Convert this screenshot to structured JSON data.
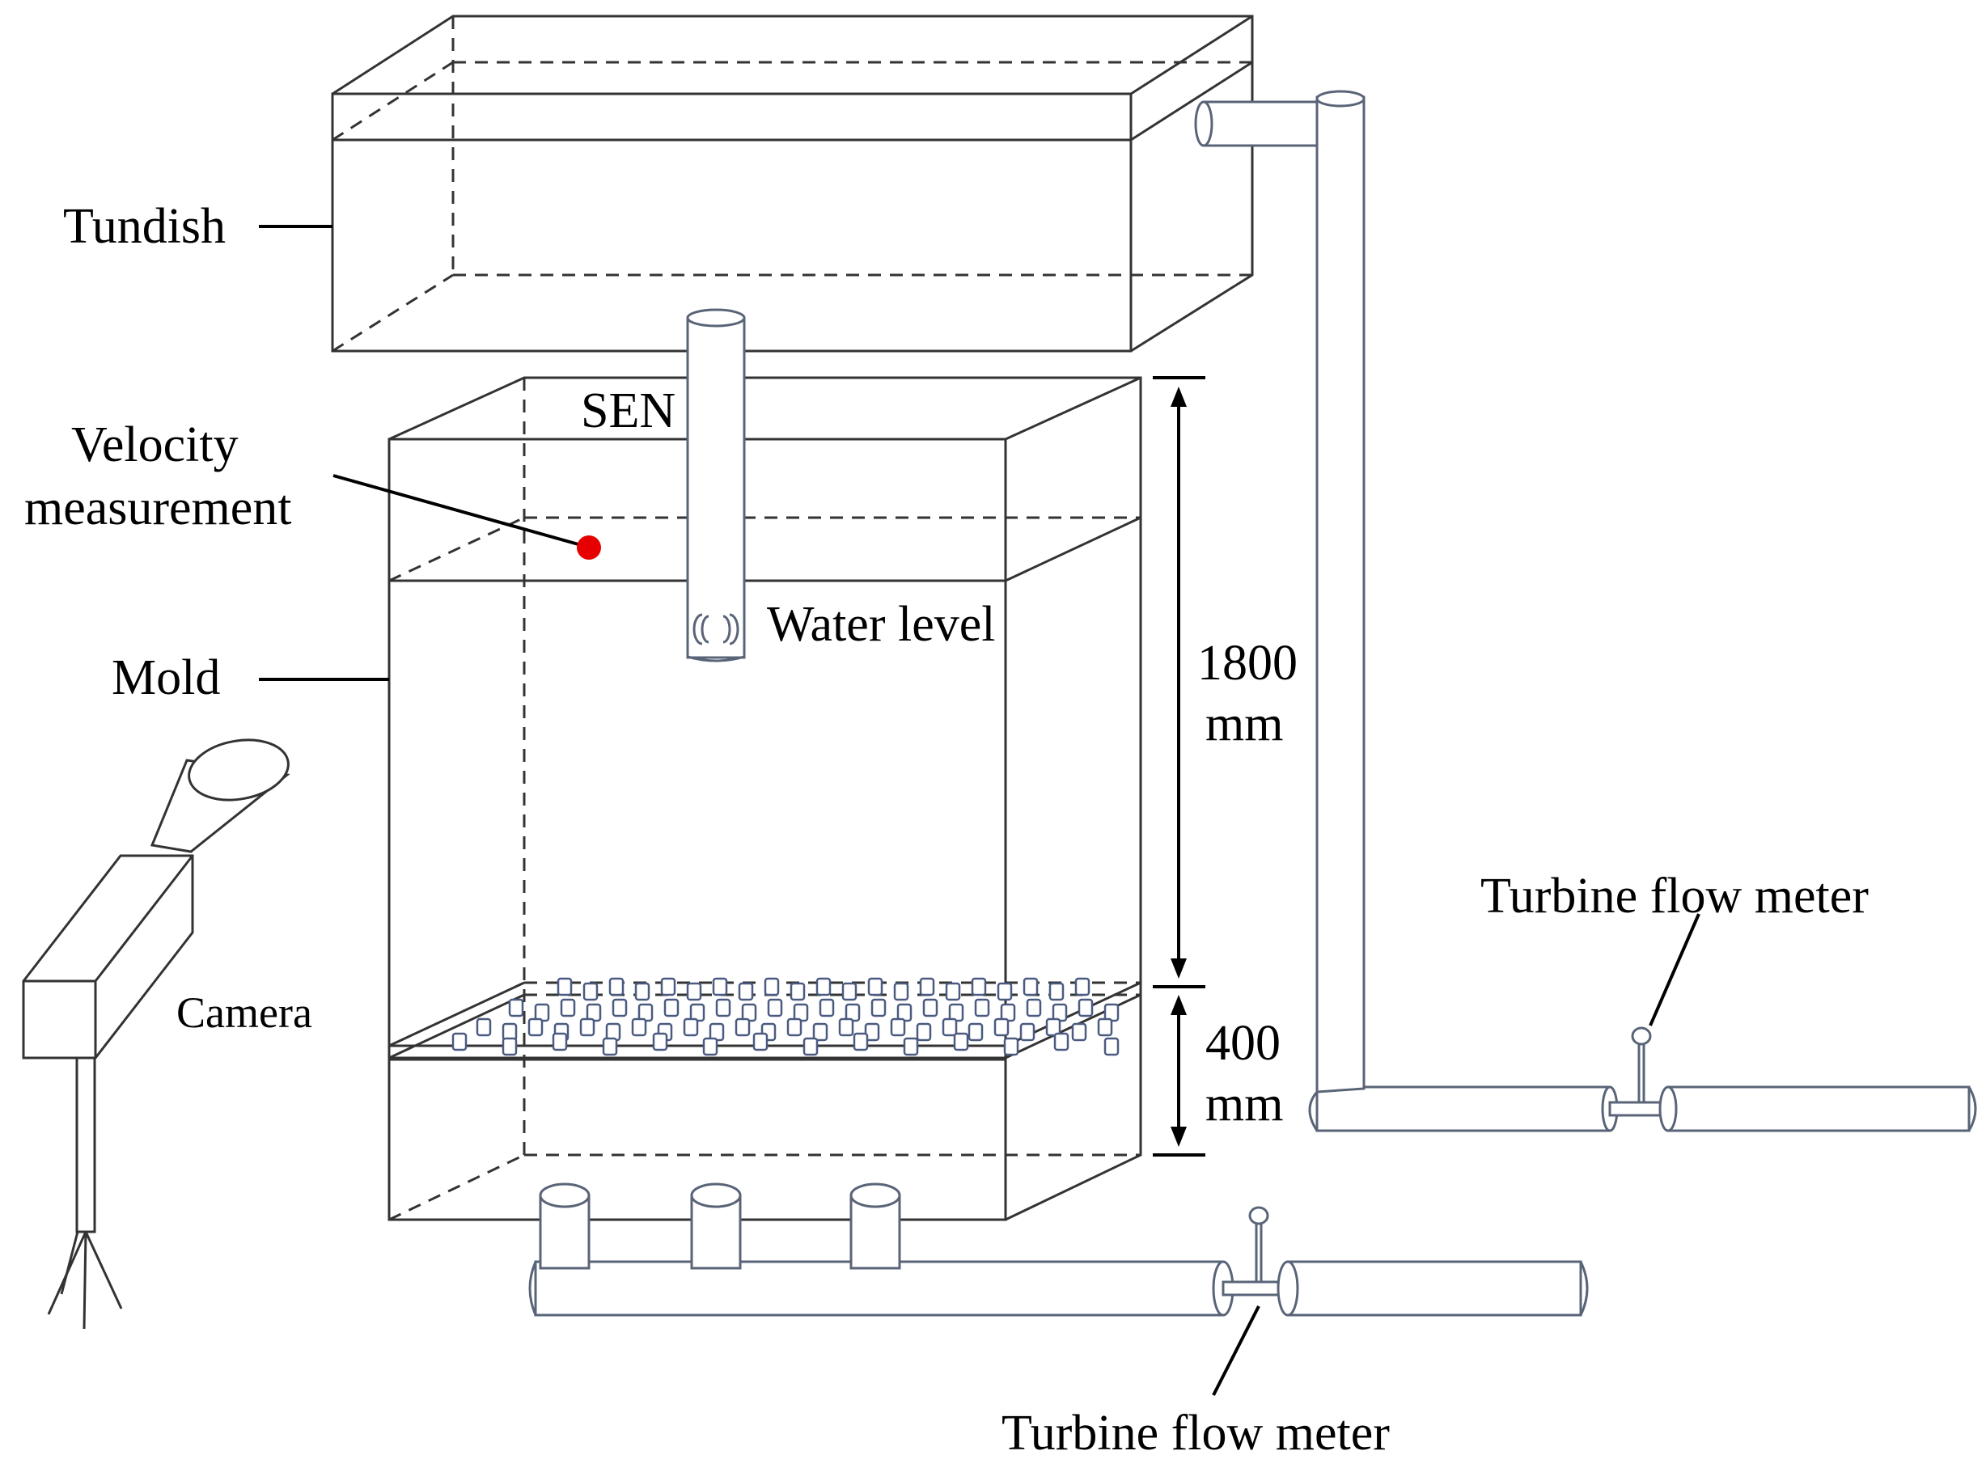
{
  "labels": {
    "tundish": "Tundish",
    "velocity_line1": "Velocity",
    "velocity_line2": "measurement",
    "sen": "SEN",
    "water_level": "Water level",
    "mold": "Mold",
    "camera": "Camera",
    "dim_upper_value": "1800",
    "dim_upper_unit": "mm",
    "dim_lower_value": "400",
    "dim_lower_unit": "mm",
    "flow_meter_upper": "Turbine flow meter",
    "flow_meter_lower": "Turbine flow meter"
  },
  "colors": {
    "measurement_point": "#e60000",
    "outline": "#333333",
    "pipe_stroke": "#5a6478",
    "background": "#ffffff"
  }
}
